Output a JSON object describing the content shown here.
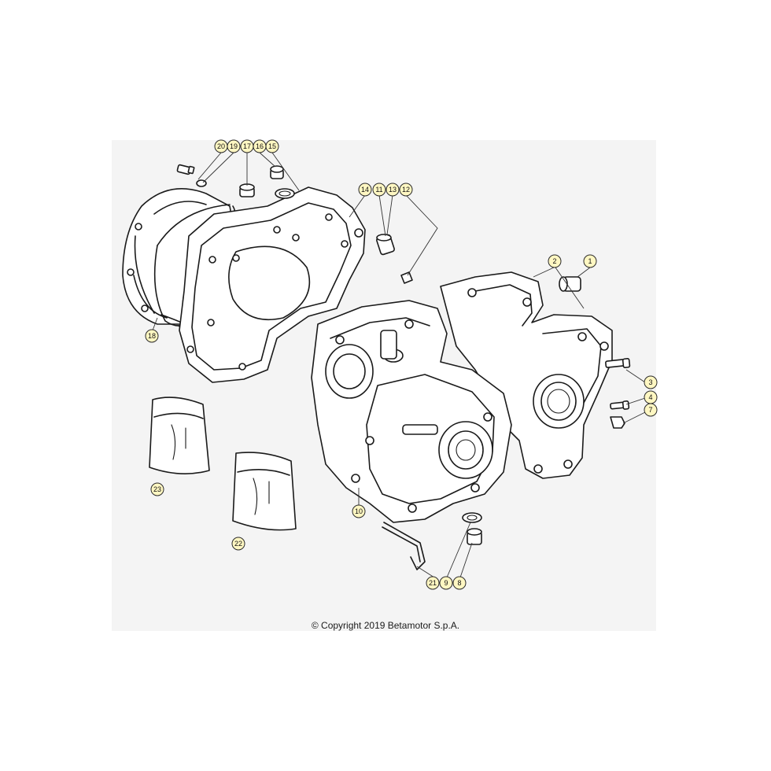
{
  "diagram": {
    "callouts": [
      "1",
      "2",
      "3",
      "4",
      "7",
      "8",
      "9",
      "10",
      "11",
      "12",
      "13",
      "14",
      "15",
      "16",
      "17",
      "18",
      "19",
      "20",
      "21",
      "22",
      "23"
    ]
  },
  "footer": {
    "copyright": "© Copyright 2019 Betamotor S.p.A."
  },
  "colors": {
    "callout_fill": "#fff7c2",
    "panel": "#f4f4f4",
    "line": "#1a1a1a"
  }
}
